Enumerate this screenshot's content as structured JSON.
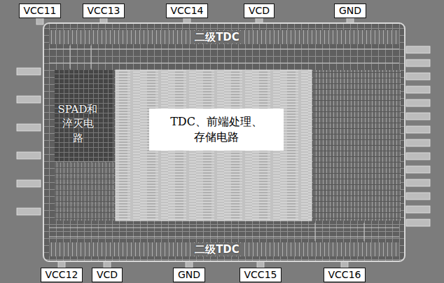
{
  "diagram": {
    "nodes": [
      {
        "text": [
          "VCC11"
        ]
      },
      {
        "text": [
          "VCC13"
        ]
      },
      {
        "text": [
          "VCC14"
        ]
      },
      {
        "text": [
          "VCD"
        ]
      },
      {
        "text": [
          "GND"
        ]
      },
      {
        "text": [
          "TDC、前端处理、存储电路"
        ]
      },
      {
        "text": [
          "VCC12"
        ]
      },
      {
        "text": [
          "VCD"
        ]
      },
      {
        "text": [
          "GND"
        ]
      },
      {
        "text": [
          "VCC15"
        ]
      },
      {
        "text": [
          "VCC16"
        ]
      }
    ],
    "labels": [
      "二级TDC",
      "SPAD和淬灭电路",
      "二级TDC"
    ]
  }
}
